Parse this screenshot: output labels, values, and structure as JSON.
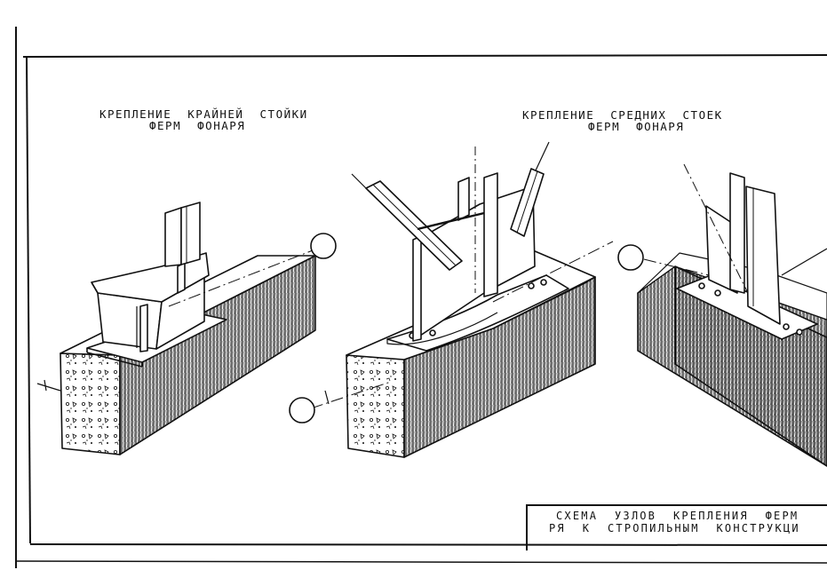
{
  "captions": {
    "left_line1": "КРЕПЛЕНИЕ  КРАЙНЕЙ  СТОЙКИ",
    "left_line2": "ФЕРМ  ФОНАРЯ",
    "right_line1": "КРЕПЛЕНИЕ  СРЕДНИХ  СТОЕК",
    "right_line2": "ФЕРМ  ФОНАРЯ"
  },
  "title_block": {
    "line1": "СХЕМА  УЗЛОВ  КРЕПЛЕНИЯ  ФЕРМ",
    "line2": "РЯ  К  СТРОПИЛЬНЫМ  КОНСТРУКЦИ"
  },
  "colors": {
    "ink": "#111111",
    "paper": "#ffffff"
  }
}
